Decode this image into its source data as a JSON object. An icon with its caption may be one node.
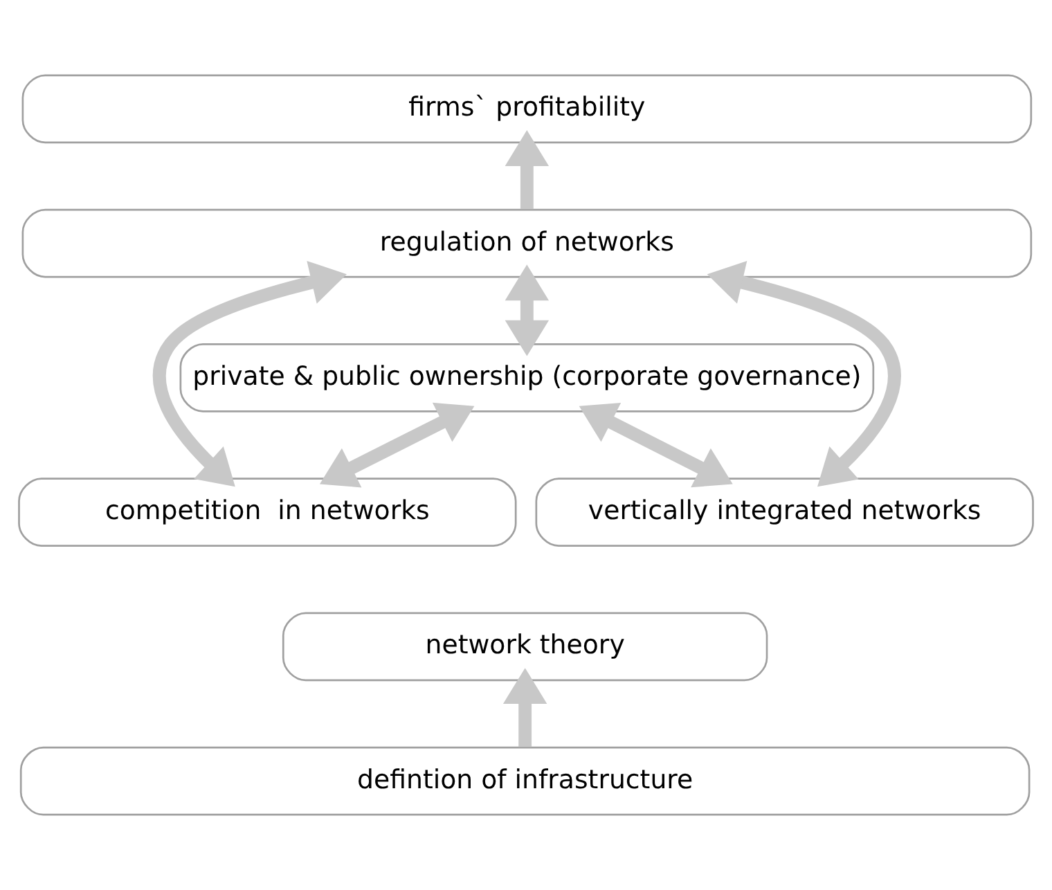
{
  "diagram": {
    "nodes": [
      {
        "text": [
          "firms` profitability"
        ]
      },
      {
        "text": [
          "regulation of networks"
        ]
      },
      {
        "text": [
          "private & public ownership (corporate governance)"
        ]
      },
      {
        "text": [
          "competition  in networks"
        ]
      },
      {
        "text": [
          "vertically integrated networks"
        ]
      },
      {
        "text": [
          "network theory"
        ]
      },
      {
        "text": [
          "defintion of infrastructure"
        ]
      }
    ],
    "edges": [
      {
        "from": 1,
        "to": 0,
        "arrow": "to"
      },
      {
        "from": 3,
        "to": 1,
        "arrow": "both"
      },
      {
        "from": 2,
        "to": 1,
        "arrow": "both"
      },
      {
        "from": 4,
        "to": 1,
        "arrow": "both"
      },
      {
        "from": 3,
        "to": 2,
        "arrow": "both"
      },
      {
        "from": 4,
        "to": 2,
        "arrow": "both"
      },
      {
        "from": 6,
        "to": 5,
        "arrow": "to"
      }
    ]
  }
}
